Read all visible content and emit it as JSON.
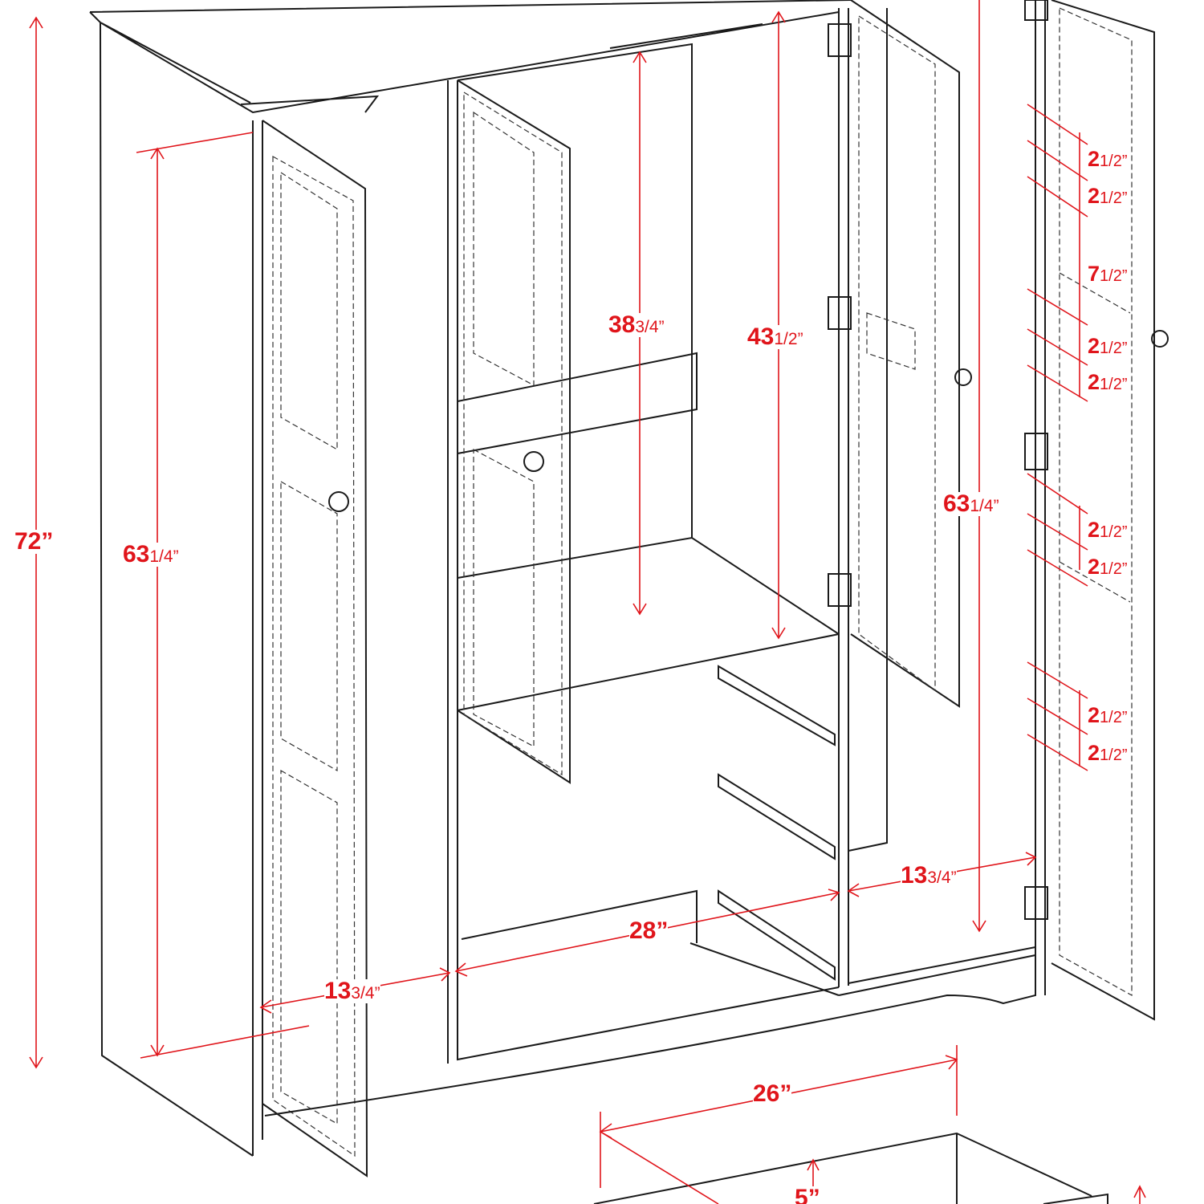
{
  "diagram": {
    "accent_color": "#e0151b",
    "dimensions": {
      "overall_height": {
        "whole": "72",
        "frac": "",
        "unit": "”"
      },
      "left_door_height": {
        "whole": "63",
        "frac": "1/4",
        "unit": "”"
      },
      "upper_compartment_height": {
        "whole": "38",
        "frac": "3/4",
        "unit": "”"
      },
      "center_interior_height": {
        "whole": "43",
        "frac": "1/2",
        "unit": "”"
      },
      "right_interior_height": {
        "whole": "63",
        "frac": "1/4",
        "unit": "”"
      },
      "shelf_spacing": [
        {
          "whole": "2",
          "frac": "1/2",
          "unit": "”"
        },
        {
          "whole": "2",
          "frac": "1/2",
          "unit": "”"
        },
        {
          "whole": "7",
          "frac": "1/2",
          "unit": "”"
        },
        {
          "whole": "2",
          "frac": "1/2",
          "unit": "”"
        },
        {
          "whole": "2",
          "frac": "1/2",
          "unit": "”"
        },
        {
          "whole": "2",
          "frac": "1/2",
          "unit": "”"
        },
        {
          "whole": "2",
          "frac": "1/2",
          "unit": "”"
        },
        {
          "whole": "2",
          "frac": "1/2",
          "unit": "”"
        },
        {
          "whole": "2",
          "frac": "1/2",
          "unit": "”"
        }
      ],
      "left_compartment_width": {
        "whole": "13",
        "frac": "3/4",
        "unit": "”"
      },
      "center_compartment_width": {
        "whole": "28",
        "frac": "",
        "unit": "”"
      },
      "right_compartment_width": {
        "whole": "13",
        "frac": "3/4",
        "unit": "”"
      },
      "drawer_width": {
        "whole": "26",
        "frac": "",
        "unit": "”"
      },
      "drawer_height": {
        "whole": "5",
        "frac": "",
        "unit": "”"
      }
    }
  }
}
